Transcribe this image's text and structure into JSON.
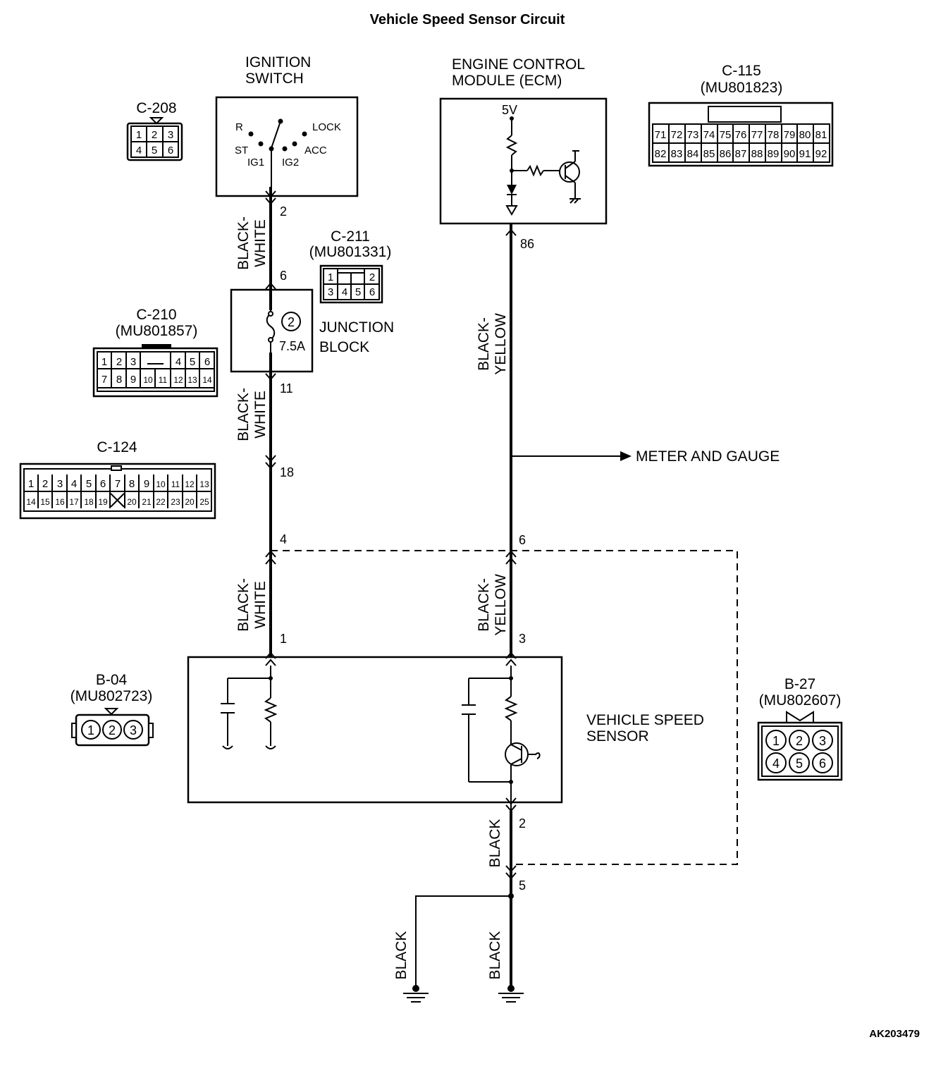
{
  "title": "Vehicle Speed Sensor Circuit",
  "reference_code": "AK203479",
  "ignition_switch": {
    "name_line1": "IGNITION",
    "name_line2": "SWITCH",
    "positions": {
      "r": "R",
      "st": "ST",
      "ig1": "IG1",
      "ig2": "IG2",
      "lock": "LOCK",
      "acc": "ACC"
    }
  },
  "ecm": {
    "name_line1": "ENGINE CONTROL",
    "name_line2": "MODULE (ECM)",
    "voltage": "5V"
  },
  "junction_block": {
    "name_line1": "JUNCTION",
    "name_line2": "BLOCK",
    "fuse_number": "2",
    "fuse_rating": "7.5A"
  },
  "sensor": {
    "name_line1": "VEHICLE SPEED",
    "name_line2": "SENSOR"
  },
  "meter_and_gauge": "METER AND GAUGE",
  "wire_colors": {
    "black_white_1": "BLACK-",
    "black_white_2": "WHITE",
    "black_yellow_1": "BLACK-",
    "black_yellow_2": "YELLOW",
    "black": "BLACK"
  },
  "pins": {
    "ig_out": "2",
    "jb_in": "6",
    "jb_out": "11",
    "c124": "18",
    "bw_left": "4",
    "sensor_1": "1",
    "ecm_out": "86",
    "by_right": "6",
    "sensor_3": "3",
    "sensor_2": "2",
    "ground_splice": "5"
  },
  "connectors": {
    "c208": {
      "name": "C-208",
      "row1": [
        "1",
        "2",
        "3"
      ],
      "row2": [
        "4",
        "5",
        "6"
      ]
    },
    "c211": {
      "name": "C-211",
      "part": "(MU801331)",
      "row1": [
        "1",
        "2"
      ],
      "row2": [
        "3",
        "4",
        "5",
        "6"
      ]
    },
    "c210": {
      "name": "C-210",
      "part": "(MU801857)",
      "row1": [
        "1",
        "2",
        "3",
        "4",
        "5",
        "6"
      ],
      "row2": [
        "7",
        "8",
        "9",
        "10",
        "11",
        "12",
        "13",
        "14"
      ]
    },
    "c124": {
      "name": "C-124",
      "row1": [
        "1",
        "2",
        "3",
        "4",
        "5",
        "6",
        "7",
        "8",
        "9",
        "10",
        "11",
        "12",
        "13"
      ],
      "row2": [
        "14",
        "15",
        "16",
        "17",
        "18",
        "19",
        "20",
        "21",
        "22",
        "23",
        "20",
        "25"
      ]
    },
    "c115": {
      "name": "C-115",
      "part": "(MU801823)",
      "row1": [
        "71",
        "72",
        "73",
        "74",
        "75",
        "76",
        "77",
        "78",
        "79",
        "80",
        "81"
      ],
      "row2": [
        "82",
        "83",
        "84",
        "85",
        "86",
        "87",
        "88",
        "89",
        "90",
        "91",
        "92"
      ]
    },
    "b04": {
      "name": "B-04",
      "part": "(MU802723)",
      "pins": [
        "1",
        "2",
        "3"
      ]
    },
    "b27": {
      "name": "B-27",
      "part": "(MU802607)",
      "row1": [
        "1",
        "2",
        "3"
      ],
      "row2": [
        "4",
        "5",
        "6"
      ]
    }
  }
}
